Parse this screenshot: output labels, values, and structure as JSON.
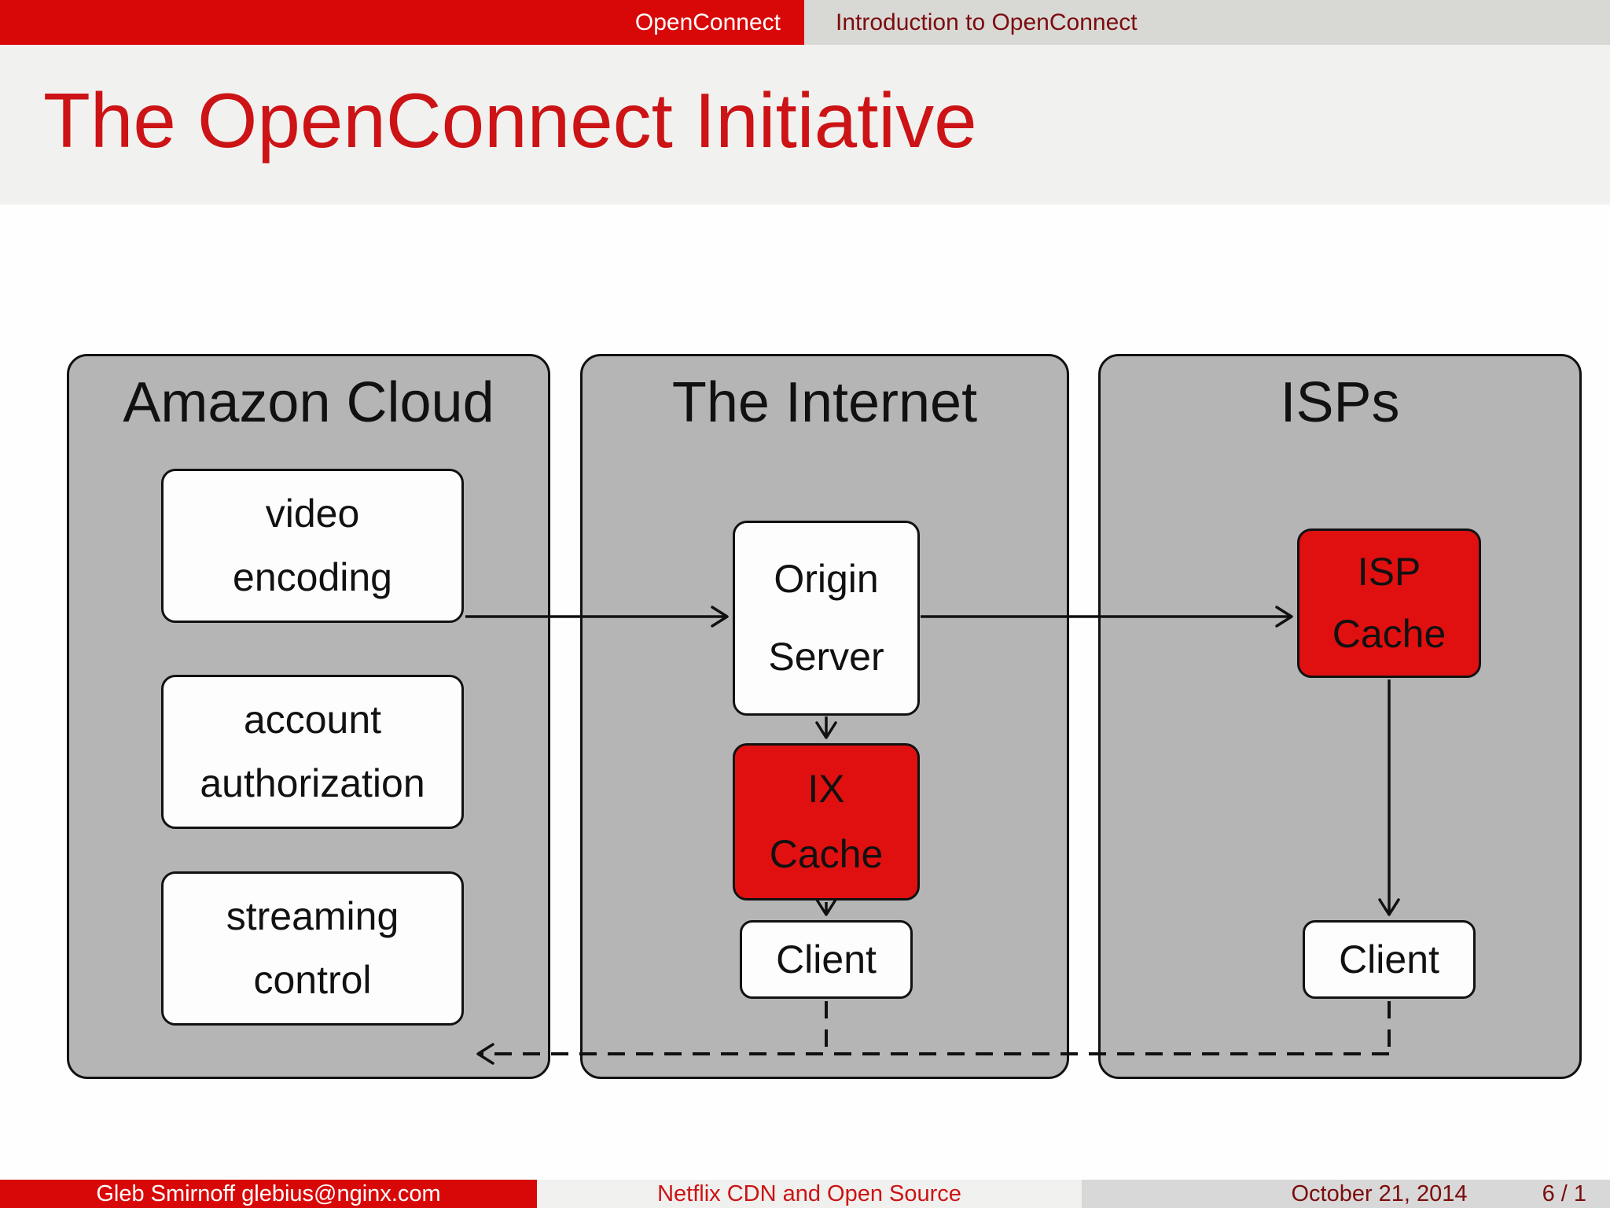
{
  "topbar": {
    "left_label": "OpenConnect",
    "right_label": "Introduction to OpenConnect"
  },
  "header": {
    "title": "The OpenConnect Initiative"
  },
  "diagram": {
    "panels": [
      {
        "title": "Amazon Cloud",
        "nodes": [
          {
            "variant": "white",
            "label_lines": [
              "video",
              "encoding"
            ]
          },
          {
            "variant": "white",
            "label_lines": [
              "account",
              "authorization"
            ]
          },
          {
            "variant": "white",
            "label_lines": [
              "streaming",
              "control"
            ]
          }
        ]
      },
      {
        "title": "The Internet",
        "nodes": [
          {
            "variant": "white",
            "label_lines": [
              "Origin",
              "Server"
            ]
          },
          {
            "variant": "red",
            "label_lines": [
              "IX",
              "Cache"
            ]
          },
          {
            "variant": "white",
            "label_lines": [
              "Client"
            ]
          }
        ]
      },
      {
        "title": "ISPs",
        "nodes": [
          {
            "variant": "red",
            "label_lines": [
              "ISP",
              "Cache"
            ]
          },
          {
            "variant": "white",
            "label_lines": [
              "Client"
            ]
          }
        ]
      }
    ],
    "flows": [
      "video encoding -> Origin Server",
      "Origin Server -> ISP Cache",
      "Origin Server -> IX Cache",
      "IX Cache -> Client",
      "ISP Cache -> Client",
      "Clients -> Amazon Cloud (dashed feedback)"
    ]
  },
  "footer": {
    "author": "Gleb Smirnoff glebius@nginx.com",
    "deck_title": "Netflix CDN and Open Source",
    "date": "October 21, 2014",
    "page": "6 / 1"
  },
  "colors": {
    "accent_red": "#d90808",
    "box_red": "#e11010",
    "title_red": "#cc1315",
    "dark_red_text": "#7b0d0d",
    "panel_gray": "#b5b5b5",
    "title_band_gray": "#f1f1ef",
    "topbar_right_gray": "#d8d8d5",
    "footer_mid_gray": "#f0f0ee",
    "footer_right_gray": "#d8d8d8"
  }
}
